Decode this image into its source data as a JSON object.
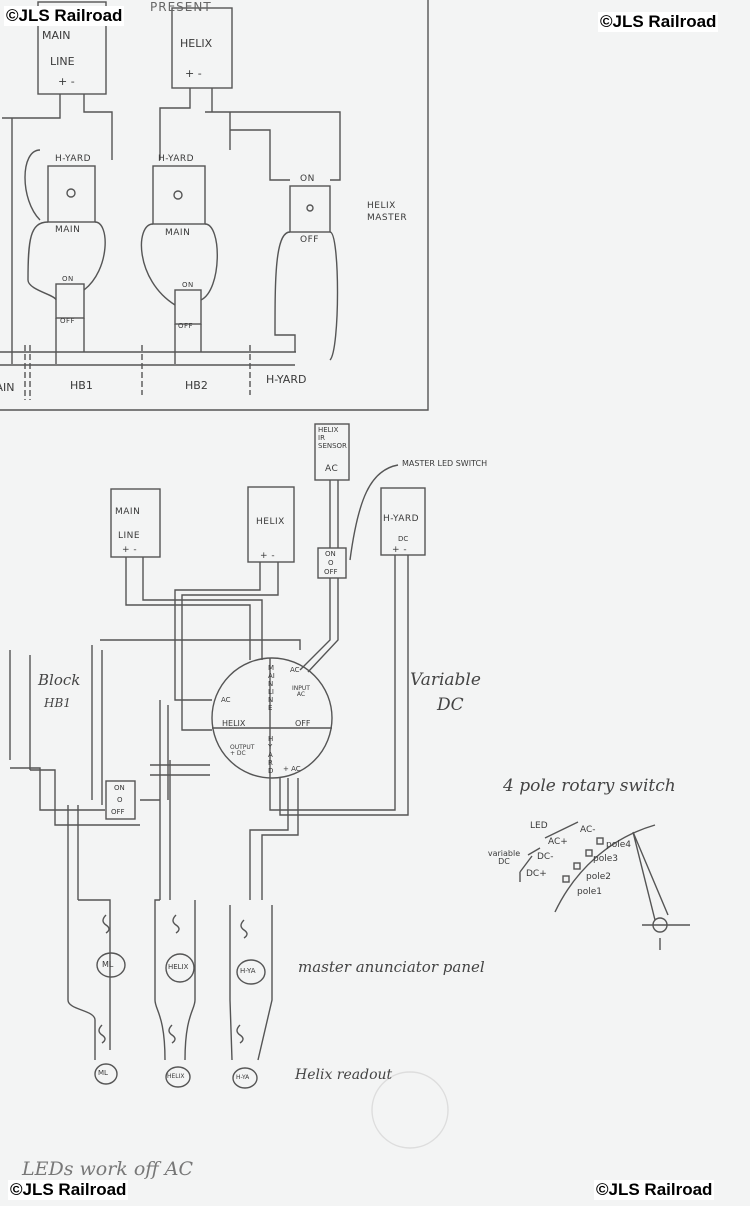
{
  "watermark": "©JLS Railroad",
  "top_diagram": {
    "heading_partial": "PRESENT",
    "main_line_box": {
      "line1": "MAIN",
      "line2": "LINE",
      "polarity": "+  -"
    },
    "helix_box": {
      "label": "HELIX",
      "polarity": "+  -"
    },
    "switch_left": {
      "top": "H-YARD",
      "bottom": "MAIN"
    },
    "switch_right": {
      "top": "H-YARD",
      "bottom": "MAIN"
    },
    "helix_master_switch": {
      "on": "ON",
      "off": "OFF",
      "label_line1": "HELIX",
      "label_line2": "MASTER"
    },
    "block_switch_1": {
      "on": "ON",
      "off": "OFF"
    },
    "block_switch_2": {
      "on": "ON",
      "off": "OFF"
    },
    "blocks": [
      "MAIN",
      "HB1",
      "HB2",
      "H-YARD"
    ]
  },
  "bottom_diagram": {
    "helix_ir_sensor": {
      "line1": "HELIX",
      "line2": "IR",
      "line3": "SENSOR",
      "line4": "AC"
    },
    "master_led_switch": "MASTER LED SWITCH",
    "led_switch": {
      "on": "ON",
      "mid": "O",
      "off": "OFF"
    },
    "main_line_box": {
      "line1": "MAIN",
      "line2": "LINE",
      "polarity": "+  -"
    },
    "helix_box": {
      "label": "HELIX",
      "polarity": "+  -"
    },
    "hyard_box": {
      "line1": "H-YARD",
      "line2": "DC",
      "polarity": "+  -"
    },
    "rotary": {
      "main_line": "MAINLINE",
      "helix": "HELIX",
      "off": "OFF",
      "hyard": "HYARD",
      "input_ac": "INPUT AC",
      "output_dc": "OUTPUT + DC",
      "ac_left": "AC",
      "ac_right": "AC",
      "ac_bottom": "+ AC"
    },
    "variable_dc": {
      "line1": "Variable",
      "line2": "DC"
    },
    "block_hb1": {
      "line1": "Block",
      "line2": "HB1"
    },
    "block_switch": {
      "on": "ON",
      "mid": "O",
      "off": "OFF"
    },
    "leds_top": [
      "ML",
      "HELIX",
      "H-YA"
    ],
    "leds_bottom": [
      "ML",
      "HELIX",
      "H-YA"
    ],
    "annunciator_label": "master anunciator panel",
    "readout_label": "Helix readout",
    "note": "LEDs work off AC"
  },
  "rotary_legend": {
    "title": "4 pole rotary switch",
    "led": "LED",
    "variable_dc": "variable DC",
    "terminals": [
      "AC-",
      "AC+",
      "DC-",
      "DC+"
    ],
    "poles": [
      "pole4",
      "pole3",
      "pole2",
      "pole1"
    ]
  }
}
